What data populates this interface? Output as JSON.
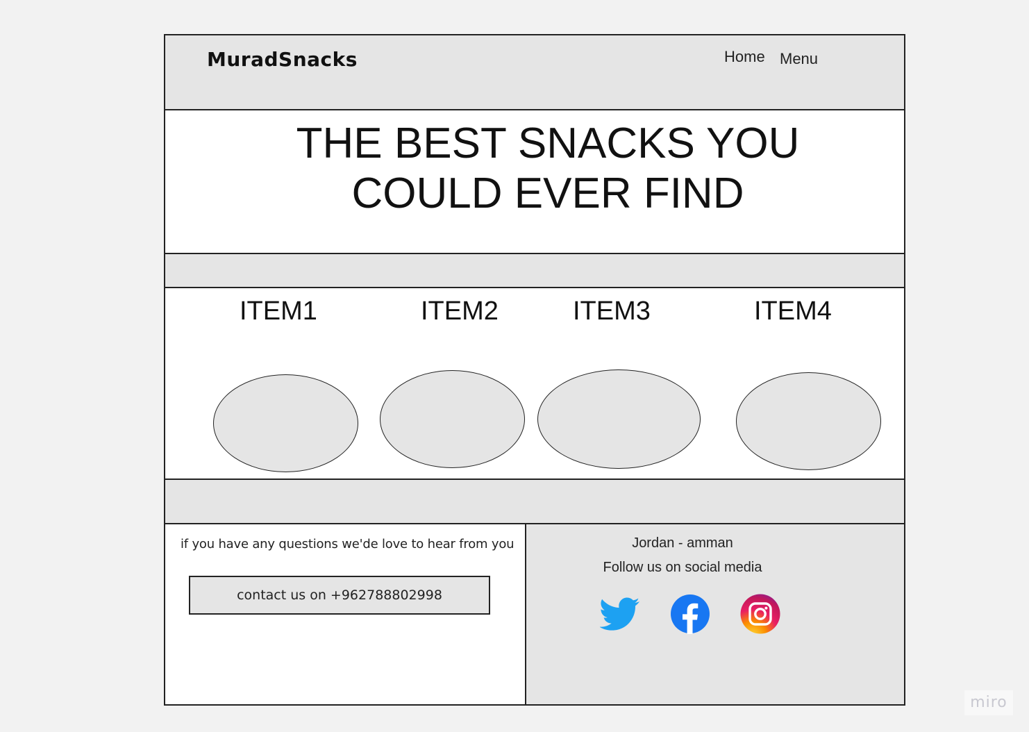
{
  "header": {
    "logo": "MuradSnacks",
    "nav": {
      "home": "Home",
      "menu": "Menu"
    }
  },
  "hero": {
    "title_line1": "THE BEST SNACKS YOU",
    "title_line2": "COULD EVER FIND"
  },
  "items": [
    {
      "label": "ITEM1"
    },
    {
      "label": "ITEM2"
    },
    {
      "label": "ITEM3"
    },
    {
      "label": "ITEM4"
    }
  ],
  "footer": {
    "question": "if you have any questions we'de love to hear from you",
    "contact": "contact us on +962788802998",
    "location": "Jordan - amman",
    "follow": "Follow us on social media",
    "social": [
      {
        "icon": "twitter-icon",
        "color": "#1da1f2"
      },
      {
        "icon": "facebook-icon",
        "color": "#1877f2"
      },
      {
        "icon": "instagram-icon",
        "color": "#e1306c"
      }
    ]
  },
  "watermark": "miro",
  "colors": {
    "background": "#f2f2f2",
    "panel_gray": "#e5e5e5",
    "border": "#222222",
    "white": "#ffffff"
  }
}
